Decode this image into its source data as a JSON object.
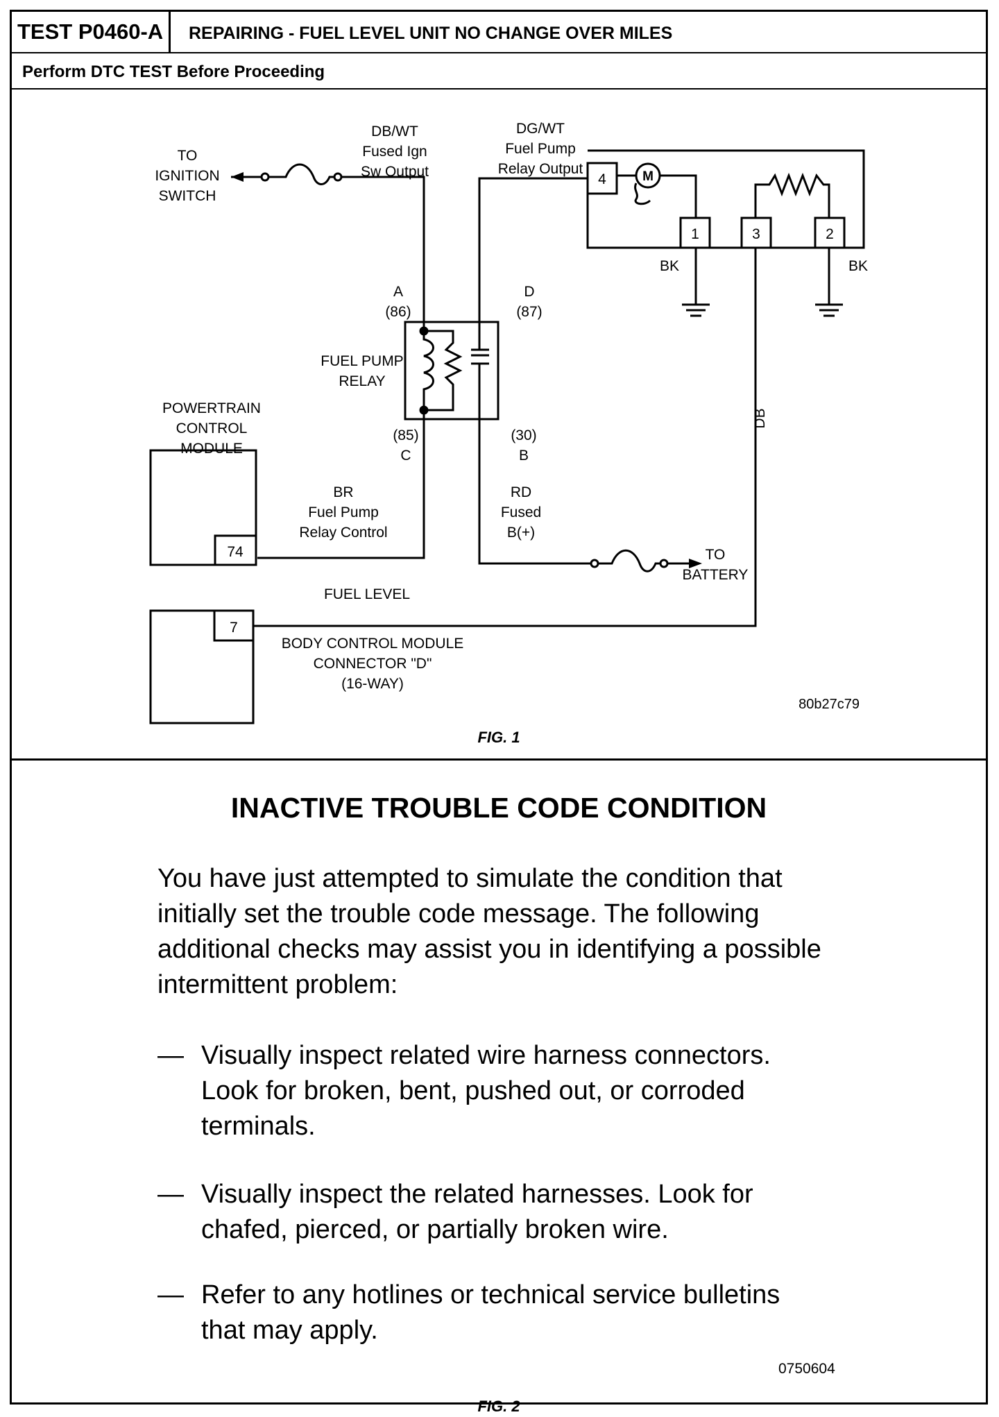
{
  "header": {
    "test_id": "TEST P0460-A",
    "title": "REPAIRING - FUEL LEVEL UNIT NO CHANGE OVER MILES",
    "subtitle": "Perform DTC TEST Before Proceeding"
  },
  "figure1": {
    "caption": "FIG. 1",
    "code": "80b27c79",
    "labels": {
      "to_ignition_1": "TO",
      "to_ignition_2": "IGNITION",
      "to_ignition_3": "SWITCH",
      "dbwt_1": "DB/WT",
      "dbwt_2": "Fused Ign",
      "dbwt_3": "Sw Output",
      "dgwt_1": "DG/WT",
      "dgwt_2": "Fuel Pump",
      "dgwt_3": "Relay Output",
      "pin4": "4",
      "motor": "M",
      "pin1": "1",
      "pin3": "3",
      "pin2": "2",
      "bk_left": "BK",
      "bk_right": "BK",
      "a_letter": "A",
      "a_num": "(86)",
      "d_letter": "D",
      "d_num": "(87)",
      "relay_1": "FUEL PUMP",
      "relay_2": "RELAY",
      "pcm_1": "POWERTRAIN",
      "pcm_2": "CONTROL",
      "pcm_3": "MODULE",
      "c_num": "(85)",
      "c_letter": "C",
      "b_num": "(30)",
      "b_letter": "B",
      "db_wire": "DB",
      "br_1": "BR",
      "br_2": "Fuel Pump",
      "br_3": "Relay Control",
      "rd_1": "RD",
      "rd_2": "Fused",
      "rd_3": "B(+)",
      "to_battery_1": "TO",
      "to_battery_2": "BATTERY",
      "pin74": "74",
      "fuel_level": "FUEL LEVEL",
      "pin7": "7",
      "bcm_1": "BODY CONTROL MODULE",
      "bcm_2": "CONNECTOR \"D\"",
      "bcm_3": "(16-WAY)"
    }
  },
  "figure2": {
    "caption": "FIG. 2",
    "code": "0750604",
    "title": "INACTIVE TROUBLE CODE CONDITION",
    "intro": "You have just attempted to simulate the condition that initially set the trouble code message. The following additional checks may assist you in identifying a possible intermittent problem:",
    "dash": "—",
    "bullets": [
      "Visually inspect related wire harness connectors. Look for broken, bent, pushed out, or corroded terminals.",
      "Visually inspect the related harnesses. Look for chafed, pierced, or partially broken wire.",
      "Refer to any hotlines or technical service bulletins that may apply."
    ]
  }
}
